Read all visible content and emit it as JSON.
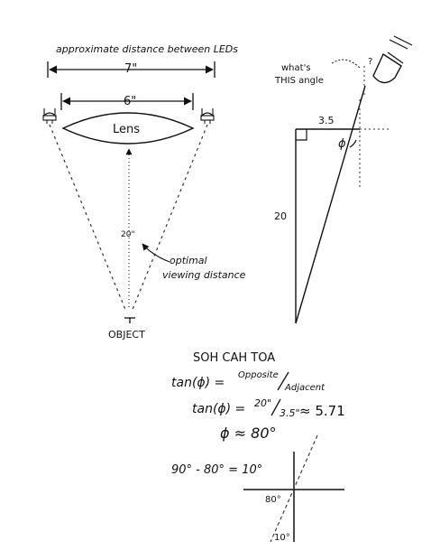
{
  "left_diagram": {
    "title": "approximate distance between LEDs",
    "outer_dim": "7\"",
    "inner_dim": "6\"",
    "lens_label": "Lens",
    "vertical_dim": "20\"",
    "optimal_label_line1": "optimal",
    "optimal_label_line2": "viewing distance",
    "object_label": "OBJECT"
  },
  "right_diagram": {
    "question_line1": "what's",
    "question_line2": "THIS angle",
    "question_mark": "?",
    "top_dim": "3.5",
    "side_dim": "20",
    "angle_symbol": "ϕ"
  },
  "math": {
    "mnemonic": "SOH CAH TOA",
    "formula_lhs": "tan(ϕ) =",
    "formula_num": "Opposite",
    "formula_den": "Adjacent",
    "calc_lhs": "tan(ϕ) =",
    "calc_num": "20\"",
    "calc_den": "3.5\"",
    "calc_result": "≈ 5.71",
    "phi_result": "ϕ ≈ 80°",
    "subtraction": "90° - 80° = 10°",
    "angle_80": "80°",
    "angle_10": "10°"
  },
  "colors": {
    "ink": "#111111",
    "dash": "#333333"
  }
}
